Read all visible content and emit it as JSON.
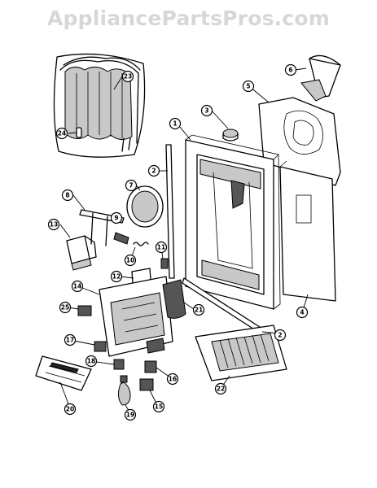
{
  "watermark": "AppliancePartsPros.com",
  "callouts": [
    {
      "id": "1",
      "label": "1"
    },
    {
      "id": "2a",
      "label": "2"
    },
    {
      "id": "2b",
      "label": "2"
    },
    {
      "id": "3",
      "label": "3"
    },
    {
      "id": "4",
      "label": "4"
    },
    {
      "id": "5",
      "label": "5"
    },
    {
      "id": "6",
      "label": "6"
    },
    {
      "id": "7",
      "label": "7"
    },
    {
      "id": "8",
      "label": "8"
    },
    {
      "id": "9",
      "label": "9"
    },
    {
      "id": "10",
      "label": "10"
    },
    {
      "id": "11",
      "label": "11"
    },
    {
      "id": "12",
      "label": "12"
    },
    {
      "id": "13",
      "label": "13"
    },
    {
      "id": "14",
      "label": "14"
    },
    {
      "id": "15",
      "label": "15"
    },
    {
      "id": "16",
      "label": "16"
    },
    {
      "id": "17",
      "label": "17"
    },
    {
      "id": "18",
      "label": "18"
    },
    {
      "id": "19",
      "label": "19"
    },
    {
      "id": "20",
      "label": "20"
    },
    {
      "id": "21",
      "label": "21"
    },
    {
      "id": "22",
      "label": "22"
    },
    {
      "id": "23",
      "label": "23"
    },
    {
      "id": "24",
      "label": "24"
    },
    {
      "id": "25",
      "label": "25"
    }
  ]
}
